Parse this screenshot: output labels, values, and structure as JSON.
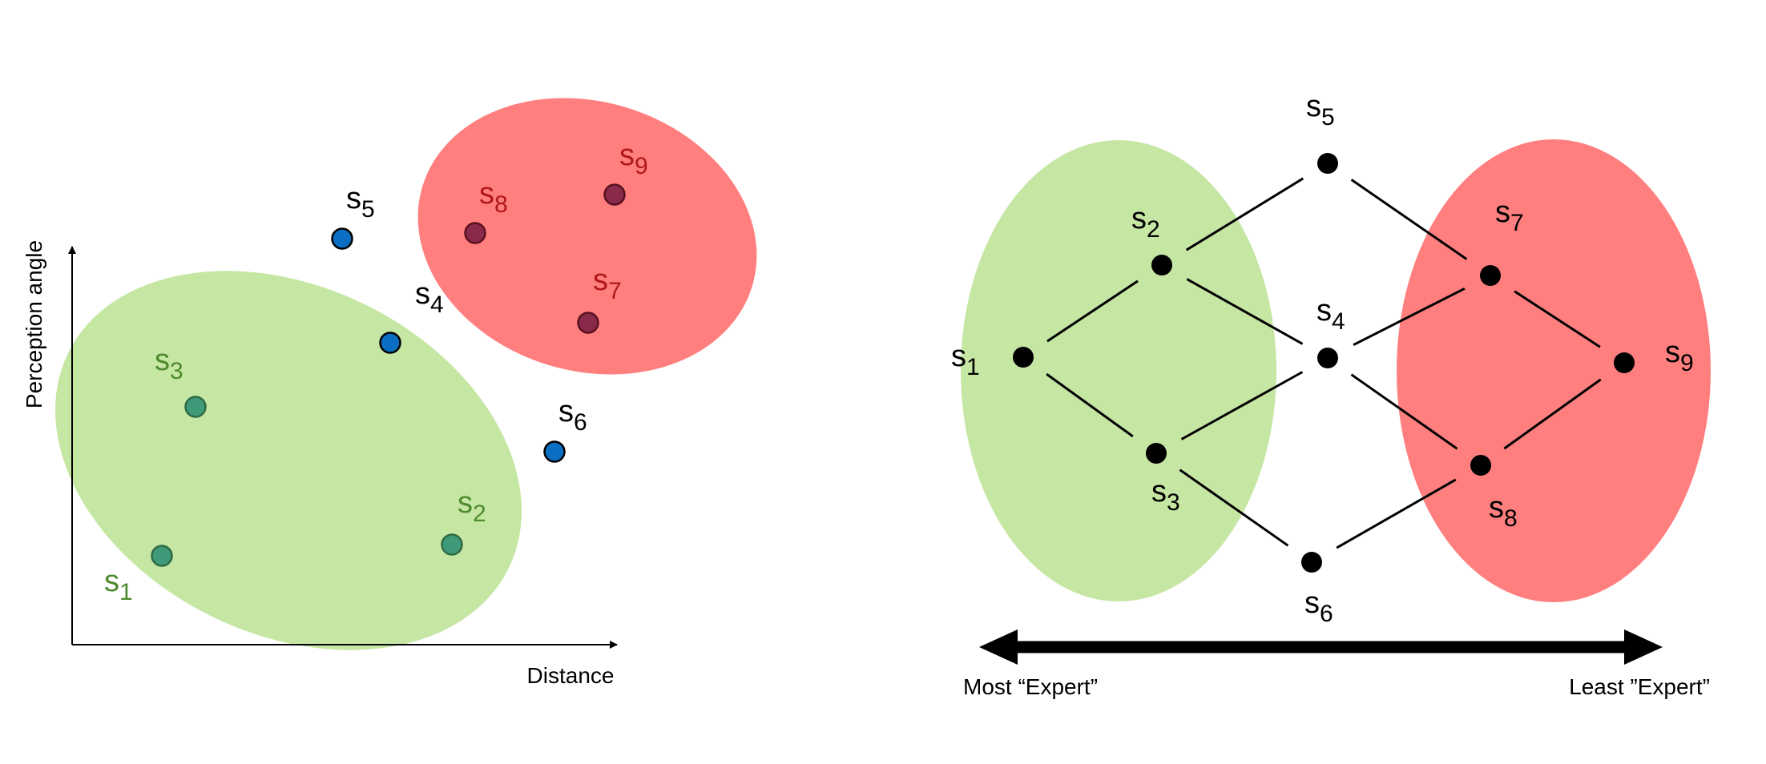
{
  "colors": {
    "good_region": "#c6e6a4",
    "bad_region": "#ff7f7f",
    "good_label": "#4e8a2c",
    "bad_label": "#b01818",
    "neutral_label": "#000000",
    "good_point": "#3f9a7a",
    "good_point_stroke": "#2f6b44",
    "bad_point": "#8a2a4a",
    "bad_point_stroke": "#5a1020",
    "neutral_point": "#0a6fc2",
    "neutral_point_stroke": "#000000",
    "graph_node": "#000000",
    "graph_edge": "#000000"
  },
  "left_plot": {
    "x_axis_label": "Distance",
    "y_axis_label": "Perception angle",
    "states": [
      {
        "id": "s1",
        "base": "s",
        "sub": "1",
        "group": "good"
      },
      {
        "id": "s2",
        "base": "s",
        "sub": "2",
        "group": "good"
      },
      {
        "id": "s3",
        "base": "s",
        "sub": "3",
        "group": "good"
      },
      {
        "id": "s4",
        "base": "s",
        "sub": "4",
        "group": "neutral"
      },
      {
        "id": "s5",
        "base": "s",
        "sub": "5",
        "group": "neutral"
      },
      {
        "id": "s6",
        "base": "s",
        "sub": "6",
        "group": "neutral"
      },
      {
        "id": "s7",
        "base": "s",
        "sub": "7",
        "group": "bad"
      },
      {
        "id": "s8",
        "base": "s",
        "sub": "8",
        "group": "bad"
      },
      {
        "id": "s9",
        "base": "s",
        "sub": "9",
        "group": "bad"
      }
    ]
  },
  "right_graph": {
    "nodes": [
      {
        "id": "s1",
        "base": "s",
        "sub": "1"
      },
      {
        "id": "s2",
        "base": "s",
        "sub": "2"
      },
      {
        "id": "s3",
        "base": "s",
        "sub": "3"
      },
      {
        "id": "s4",
        "base": "s",
        "sub": "4"
      },
      {
        "id": "s5",
        "base": "s",
        "sub": "5"
      },
      {
        "id": "s6",
        "base": "s",
        "sub": "6"
      },
      {
        "id": "s7",
        "base": "s",
        "sub": "7"
      },
      {
        "id": "s8",
        "base": "s",
        "sub": "8"
      },
      {
        "id": "s9",
        "base": "s",
        "sub": "9"
      }
    ],
    "edges": [
      [
        "s1",
        "s2"
      ],
      [
        "s1",
        "s3"
      ],
      [
        "s2",
        "s5"
      ],
      [
        "s2",
        "s4"
      ],
      [
        "s3",
        "s4"
      ],
      [
        "s3",
        "s6"
      ],
      [
        "s5",
        "s7"
      ],
      [
        "s4",
        "s7"
      ],
      [
        "s4",
        "s8"
      ],
      [
        "s6",
        "s8"
      ],
      [
        "s7",
        "s9"
      ],
      [
        "s8",
        "s9"
      ]
    ],
    "scale": {
      "left_label": "Most “Expert”",
      "right_label": "Least ”Expert”"
    }
  }
}
